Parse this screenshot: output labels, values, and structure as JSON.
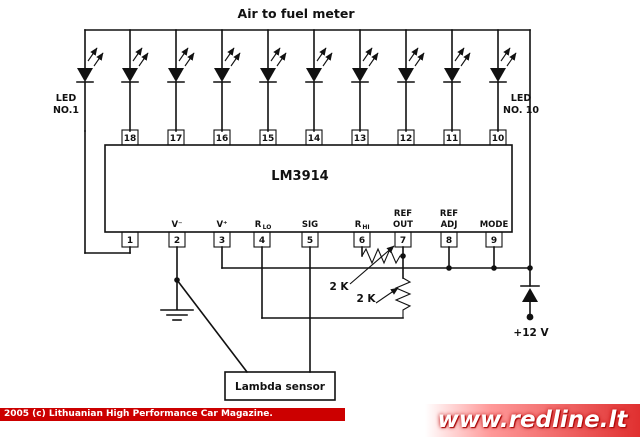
{
  "title": "Air to fuel meter",
  "chip_label": "LM3914",
  "led_no1_line1": "LED",
  "led_no1_line2": "NO.1",
  "led_no10_line1": "LED",
  "led_no10_line2": "NO. 10",
  "top_pins": [
    "18",
    "17",
    "16",
    "15",
    "14",
    "13",
    "12",
    "11",
    "10"
  ],
  "bottom_pins": [
    "1",
    "2",
    "3",
    "4",
    "5",
    "6",
    "7",
    "8",
    "9"
  ],
  "pin_labels": {
    "v_minus": "V⁻",
    "v_plus": "V⁺",
    "rlo_main": "R",
    "rlo_sub": "LO",
    "sig": "SIG",
    "rhi_main": "R",
    "rhi_sub": "HI",
    "ref_out_line1": "REF",
    "ref_out_line2": "OUT",
    "ref_adj_line1": "REF",
    "ref_adj_line2": "ADJ",
    "mode": "MODE"
  },
  "components": {
    "pot1_label": "2 K",
    "pot2_label": "2 K",
    "supply_label": "+12 V",
    "sensor_label": "Lambda sensor"
  },
  "footer": {
    "copyright": "2005 (c) Lithuanian High Performance Car Magazine.",
    "watermark": "www.redline.lt"
  },
  "colors": {
    "wire": "#111111",
    "banner_red": "#cc0000",
    "watermark_red": "#e03030"
  }
}
